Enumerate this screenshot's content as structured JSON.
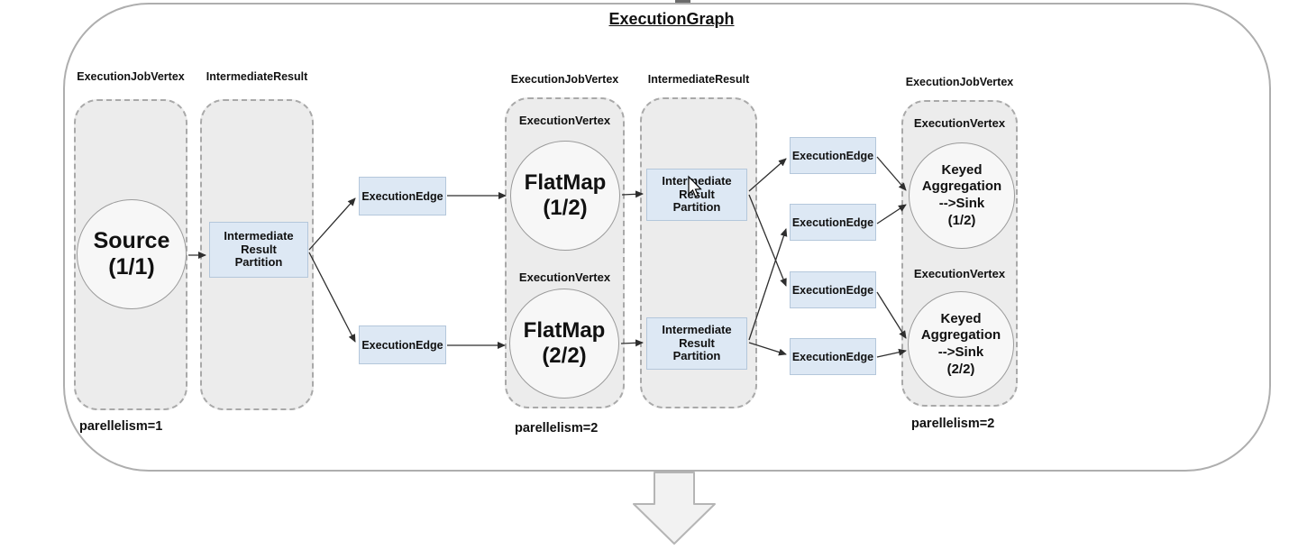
{
  "title": "ExecutionGraph",
  "labels": {
    "execution_job_vertex": "ExecutionJobVertex",
    "intermediate_result": "IntermediateResult",
    "execution_vertex": "ExecutionVertex",
    "execution_edge": "ExecutionEdge",
    "intermediate_result_partition": "Intermediate\nResult\nPartition"
  },
  "nodes": {
    "source": "Source\n(1/1)",
    "flatmap_1": "FlatMap\n(1/2)",
    "flatmap_2": "FlatMap\n(2/2)",
    "keyed_agg_sink_1": "Keyed\nAggregation\n-->Sink\n(1/2)",
    "keyed_agg_sink_2": "Keyed\nAggregation\n-->Sink\n(2/2)"
  },
  "parallelism": {
    "source_group": "parellelism=1",
    "flatmap_group": "parellelism=2",
    "sink_group": "parellelism=2"
  },
  "colors": {
    "container_border": "#aeaeae",
    "group_fill": "#ececec",
    "group_border": "#a9a9a9",
    "node_fill": "#f7f7f7",
    "node_border": "#9b9b9b",
    "edge_box_fill": "#dde8f4",
    "edge_box_border": "#b4c7db",
    "connector": "#2e2e2e",
    "big_arrow_fill": "#f2f2f2",
    "big_arrow_border": "#b5b5b5",
    "text": "#111111"
  }
}
